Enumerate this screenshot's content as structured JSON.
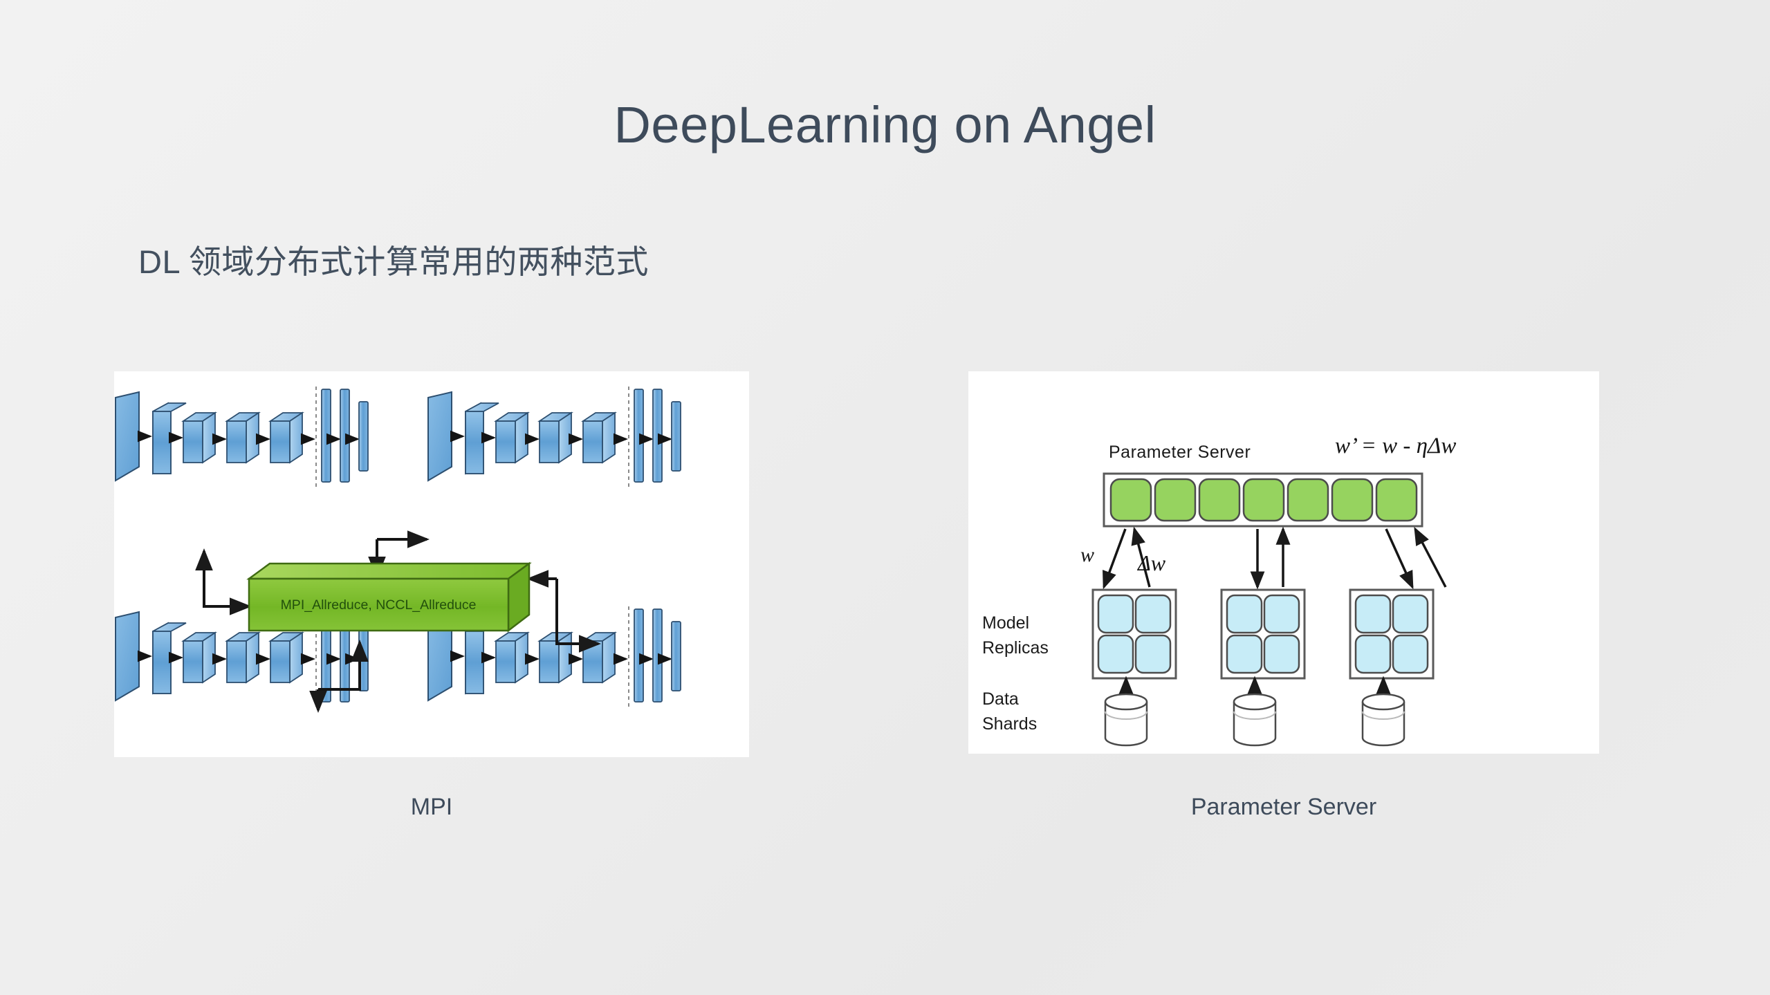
{
  "slide": {
    "title": "DeepLearning on Angel",
    "subtitle": "DL 领域分布式计算常用的两种范式",
    "background_color": "#ececec",
    "title_color": "#3e4b5b"
  },
  "panels": [
    {
      "id": "mpi",
      "caption": "MPI",
      "diagram_type": "mpi-allreduce",
      "center_box_label": "MPI_Allreduce, NCCL_Allreduce",
      "center_box_color": "#76b82a",
      "worker_count": 4,
      "worker_conv_layers": 4,
      "worker_fc_layers": 3,
      "node_color": "#5b9bd5"
    },
    {
      "id": "ps",
      "caption": "Parameter Server",
      "diagram_type": "parameter-server",
      "server_label": "Parameter Server",
      "update_formula": "w’ = w - ηΔw",
      "server_cell_count": 7,
      "server_cell_color": "#96d35f",
      "replicas_label_line1": "Model",
      "replicas_label_line2": "Replicas",
      "shards_label_line1": "Data",
      "shards_label_line2": "Shards",
      "replica_count": 3,
      "replica_cells_per_group": 4,
      "replica_cell_color": "#c7ecf7",
      "arrow_label_push": "w",
      "arrow_label_pull": "Δw"
    }
  ]
}
